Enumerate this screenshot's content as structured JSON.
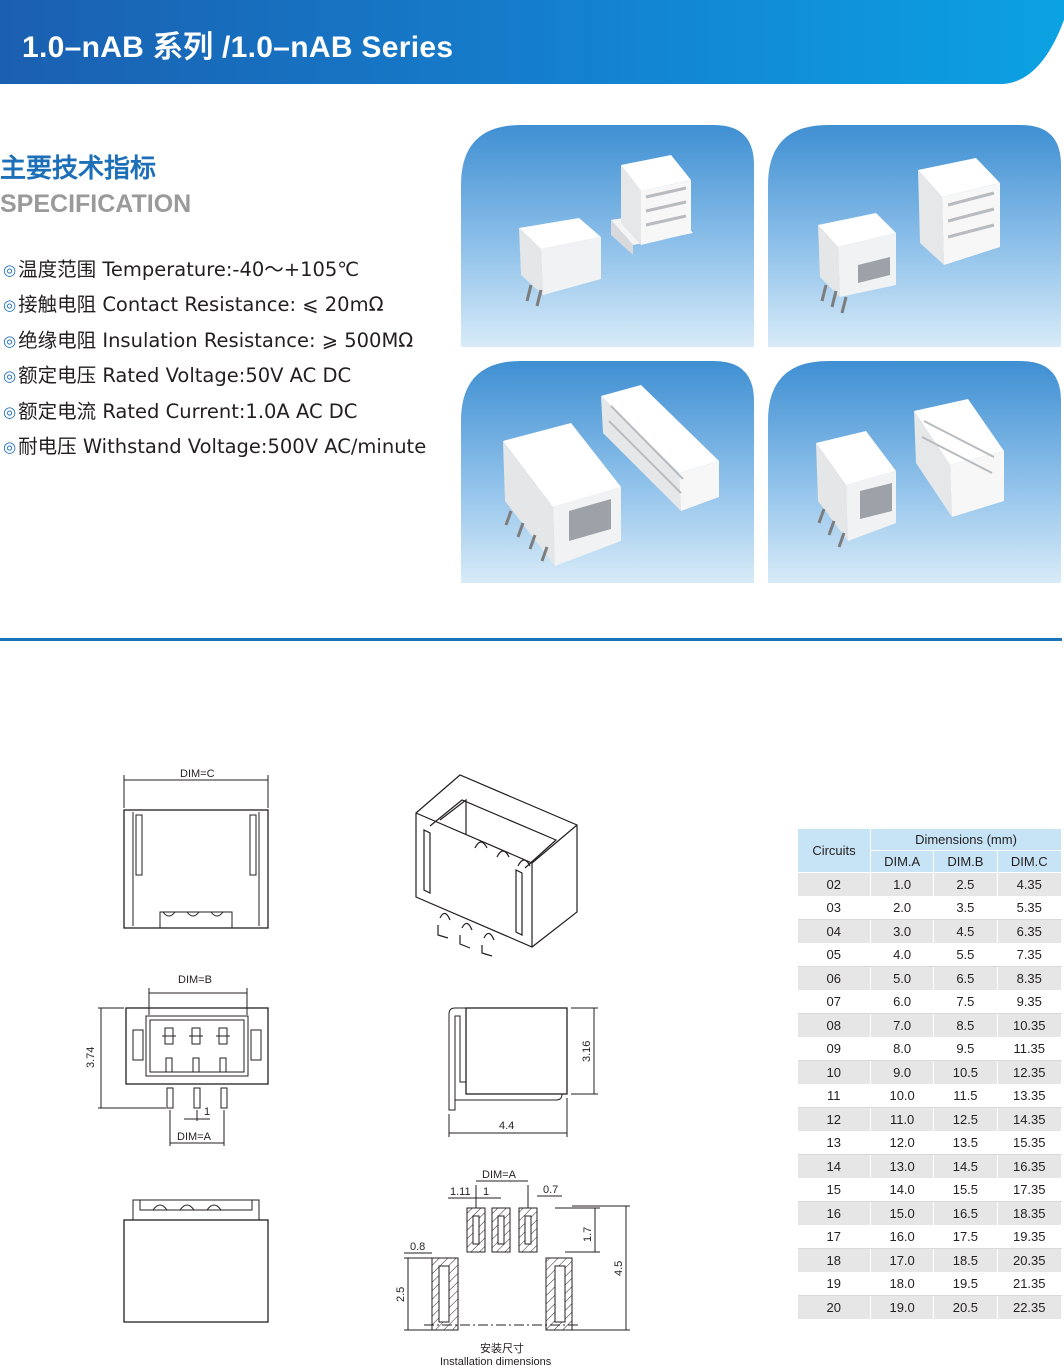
{
  "header": {
    "title": "1.0–nAB 系列 /1.0–nAB Series",
    "colors": {
      "banner_start": "#1b5fb0",
      "banner_end": "#0b9fe0"
    }
  },
  "spec": {
    "heading_cn": "主要技术指标",
    "heading_en": "SPECIFICATION",
    "bullet_icon": "double-circle-icon",
    "items": [
      {
        "cn": "温度范围",
        "en": "Temperature:-40～+105℃"
      },
      {
        "cn": "接触电阻",
        "en": "Contact Resistance: ⩽ 20mΩ"
      },
      {
        "cn": "绝缘电阻",
        "en": "Insulation Resistance: ⩾ 500MΩ"
      },
      {
        "cn": "额定电压",
        "en": "Rated Voltage:50V AC DC"
      },
      {
        "cn": "额定电流",
        "en": "Rated Current:1.0A AC DC"
      },
      {
        "cn": "耐电压",
        "en": "Withstand Voltage:500V AC/minute"
      }
    ]
  },
  "drawings": {
    "front_view": {
      "dim_label": "DIM=C"
    },
    "top_view": {
      "dim_b": "DIM=B",
      "dim_a": "DIM=A",
      "pitch": "1",
      "height": "3.74"
    },
    "side_view": {
      "width": "4.4",
      "height": "3.16"
    },
    "installation": {
      "dim_a": "DIM=A",
      "d_1_11": "1.11",
      "d_1": "1",
      "d_0_7": "0.7",
      "d_1_7": "1.7",
      "d_0_8": "0.8",
      "d_4_5": "4.5",
      "d_2_5": "2.5",
      "caption_cn": "安装尺寸",
      "caption_en": "Installation dimensions"
    }
  },
  "table": {
    "col_circuits": "Circuits",
    "group_header": "Dimensions (mm)",
    "columns": [
      "DIM.A",
      "DIM.B",
      "DIM.C"
    ],
    "rows": [
      [
        "02",
        "1.0",
        "2.5",
        "4.35"
      ],
      [
        "03",
        "2.0",
        "3.5",
        "5.35"
      ],
      [
        "04",
        "3.0",
        "4.5",
        "6.35"
      ],
      [
        "05",
        "4.0",
        "5.5",
        "7.35"
      ],
      [
        "06",
        "5.0",
        "6.5",
        "8.35"
      ],
      [
        "07",
        "6.0",
        "7.5",
        "9.35"
      ],
      [
        "08",
        "7.0",
        "8.5",
        "10.35"
      ],
      [
        "09",
        "8.0",
        "9.5",
        "11.35"
      ],
      [
        "10",
        "9.0",
        "10.5",
        "12.35"
      ],
      [
        "11",
        "10.0",
        "11.5",
        "13.35"
      ],
      [
        "12",
        "11.0",
        "12.5",
        "14.35"
      ],
      [
        "13",
        "12.0",
        "13.5",
        "15.35"
      ],
      [
        "14",
        "13.0",
        "14.5",
        "16.35"
      ],
      [
        "15",
        "14.0",
        "15.5",
        "17.35"
      ],
      [
        "16",
        "15.0",
        "16.5",
        "18.35"
      ],
      [
        "17",
        "16.0",
        "17.5",
        "19.35"
      ],
      [
        "18",
        "17.0",
        "18.5",
        "20.35"
      ],
      [
        "19",
        "18.0",
        "19.5",
        "21.35"
      ],
      [
        "20",
        "19.0",
        "20.5",
        "22.35"
      ]
    ],
    "colors": {
      "header_bg": "#c7e3f6",
      "stripe_bg": "#e6e6e7"
    }
  },
  "accent_color": "#1b75bb"
}
